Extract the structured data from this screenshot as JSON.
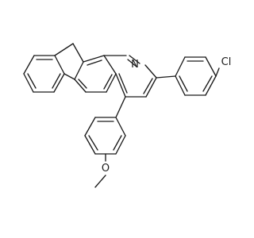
{
  "molecule": {
    "atoms": {
      "nitrogen": "N",
      "chlorine": "Cl",
      "oxygen": "O"
    }
  }
}
